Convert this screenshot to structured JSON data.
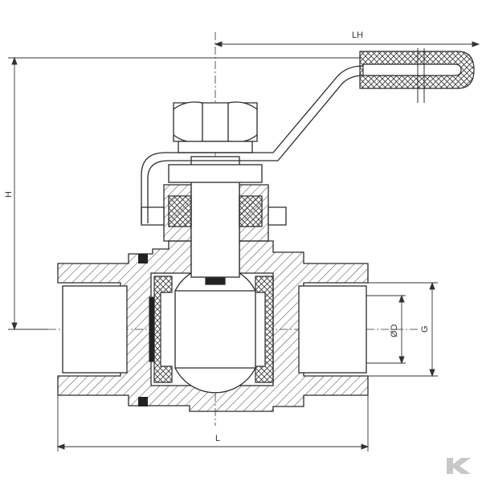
{
  "drawing": {
    "dimensions": {
      "lh_label": "LH",
      "h_label": "H",
      "d_label": "ØD",
      "g_label": "G",
      "l_label": "L"
    },
    "colors": {
      "line": "#2b2b2b",
      "hatch": "#444444",
      "dim": "#333333",
      "logo": "#cfcfcf"
    },
    "logo": {
      "glyph": "K"
    }
  }
}
